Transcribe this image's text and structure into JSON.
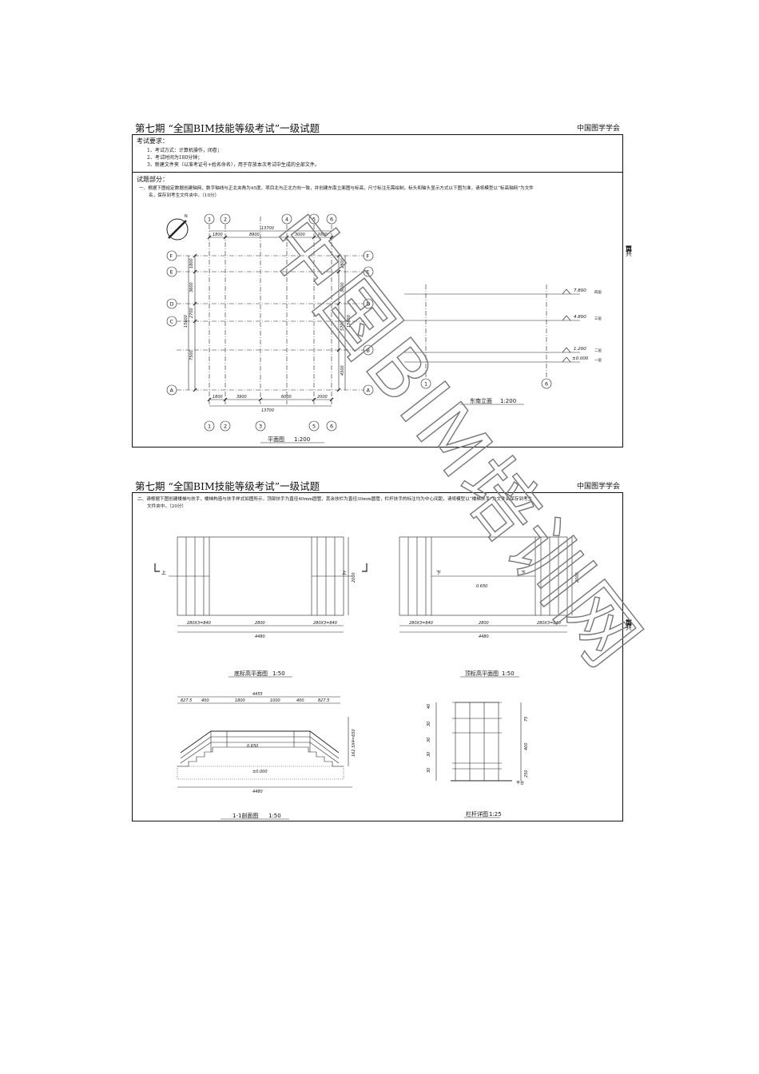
{
  "page1": {
    "header_title": "第七期 “全国BIM技能等级考试”一级试题",
    "header_org": "中国图学学会",
    "req_heading": "考试要求：",
    "req_items": [
      "1、考试方式：计算机操作，闭卷；",
      "2、考试时间为180分钟；",
      "3、新建文件夹（以准考证号+姓名命名），用于存放本次考试中生成的全部文件。"
    ],
    "part_heading": "试题部分：",
    "q1_line1": "一、根据下图给定数据创建轴网，数字轴线与正北夹角为45度，项目北与正北方向一致，并创建东南立面图与标高，尺寸标注无需绘制，标头和轴头显示方式以下图为准，请将模型以“标高轴网”为文件",
    "q1_line2": "名，保存到考生文件夹中。（10分）",
    "side": [
      "第",
      "1",
      "页",
      "共",
      "11",
      "页"
    ],
    "plan": {
      "cols": [
        "1",
        "2",
        "3",
        "4",
        "5",
        "6"
      ],
      "rows": [
        "F",
        "E",
        "D",
        "C",
        "B",
        "A"
      ],
      "top_dims": [
        "1800",
        "8900",
        "3000",
        "2000"
      ],
      "top_total": "13700",
      "bottom_dims": [
        "1800",
        "3900",
        "6000",
        "2000"
      ],
      "bottom_total": "13700",
      "left_dims": [
        "1800",
        "3600",
        "2700",
        "7500"
      ],
      "left_total": "15600",
      "right_dims": [
        "1800",
        "3600",
        "5700",
        "4500"
      ],
      "right_total": "15600",
      "north": "N",
      "title": "平面图",
      "scale": "1:200"
    },
    "elev": {
      "levels": [
        {
          "value": "7.800",
          "name": "四层"
        },
        {
          "value": "4.800",
          "name": "三层"
        },
        {
          "value": "1.200",
          "name": "二层"
        },
        {
          "value": "±0.000",
          "name": "一层"
        }
      ],
      "axes": [
        "1",
        "6"
      ],
      "title": "东南立面",
      "scale": "1:200"
    }
  },
  "page2": {
    "header_title": "第七期 “全国BIM技能等级考试”一级试题",
    "header_org": "中国图学学会",
    "q2_line1": "二、请根据下图创建楼梯与扶手，楼梯构造与扶手样式如图所示，顶部扶手为直径40mm圆管，其余扶栏为直径30mm圆管，栏杆扶手的标注均为中心间距，请将模型以“楼梯扶手”为文件名保存到考生",
    "q2_line2": "文件夹中。（20分）",
    "side": [
      "第",
      "2",
      "页",
      "共",
      "11",
      "页"
    ],
    "plan_low": {
      "title": "底标高平面图",
      "scale": "1:50",
      "dims": [
        "280X3=840",
        "2800",
        "280X3=840"
      ],
      "total": "4480",
      "height": "2000",
      "arrow1": "上",
      "arrow2": "上"
    },
    "plan_top": {
      "title": "顶标高平面图",
      "scale": "1:50",
      "dims": [
        "280X3=840",
        "2800",
        "280X3=840"
      ],
      "total": "4480",
      "height": "2000",
      "arrow1": "下",
      "arrow2": "下",
      "level": "0.650"
    },
    "section": {
      "title": "1-1剖面图",
      "scale": "1:50",
      "top_dims": [
        "827.5",
        "400",
        "1800",
        "1000",
        "400",
        "827.5"
      ],
      "top_total": "4455",
      "total": "4480",
      "right_dim": "162.5X4=650",
      "level_top": "0.650",
      "level_bot": "±0.000"
    },
    "railing": {
      "title": "栏杆详图",
      "scale": "1:25",
      "left_dims": [
        "40",
        "30",
        "30",
        "30",
        "30"
      ],
      "right_dims": [
        "75",
        "400",
        "250"
      ],
      "base": "平台"
    }
  },
  "watermark": "中国BIM培训网"
}
